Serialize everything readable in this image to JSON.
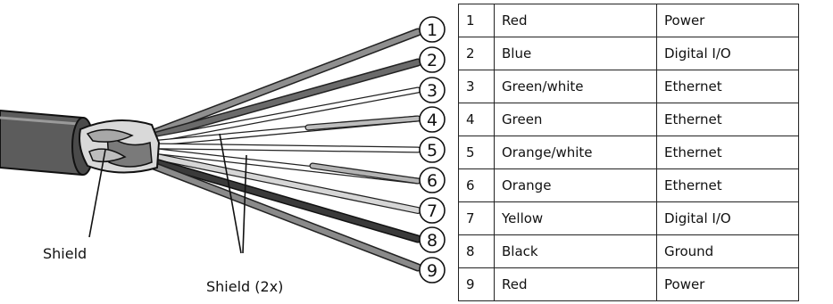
{
  "diagram": {
    "wire_numbers": [
      "1",
      "2",
      "3",
      "4",
      "5",
      "6",
      "7",
      "8",
      "9"
    ],
    "labels": {
      "shield": "Shield",
      "shield_2x": "Shield (2x)"
    }
  },
  "table": {
    "rows": [
      {
        "num": "1",
        "color": "Red",
        "function": "Power"
      },
      {
        "num": "2",
        "color": "Blue",
        "function": "Digital I/O"
      },
      {
        "num": "3",
        "color": "Green/white",
        "function": "Ethernet"
      },
      {
        "num": "4",
        "color": "Green",
        "function": "Ethernet"
      },
      {
        "num": "5",
        "color": "Orange/white",
        "function": "Ethernet"
      },
      {
        "num": "6",
        "color": "Orange",
        "function": "Ethernet"
      },
      {
        "num": "7",
        "color": "Yellow",
        "function": "Digital I/O"
      },
      {
        "num": "8",
        "color": "Black",
        "function": "Ground"
      },
      {
        "num": "9",
        "color": "Red",
        "function": "Power"
      }
    ]
  }
}
